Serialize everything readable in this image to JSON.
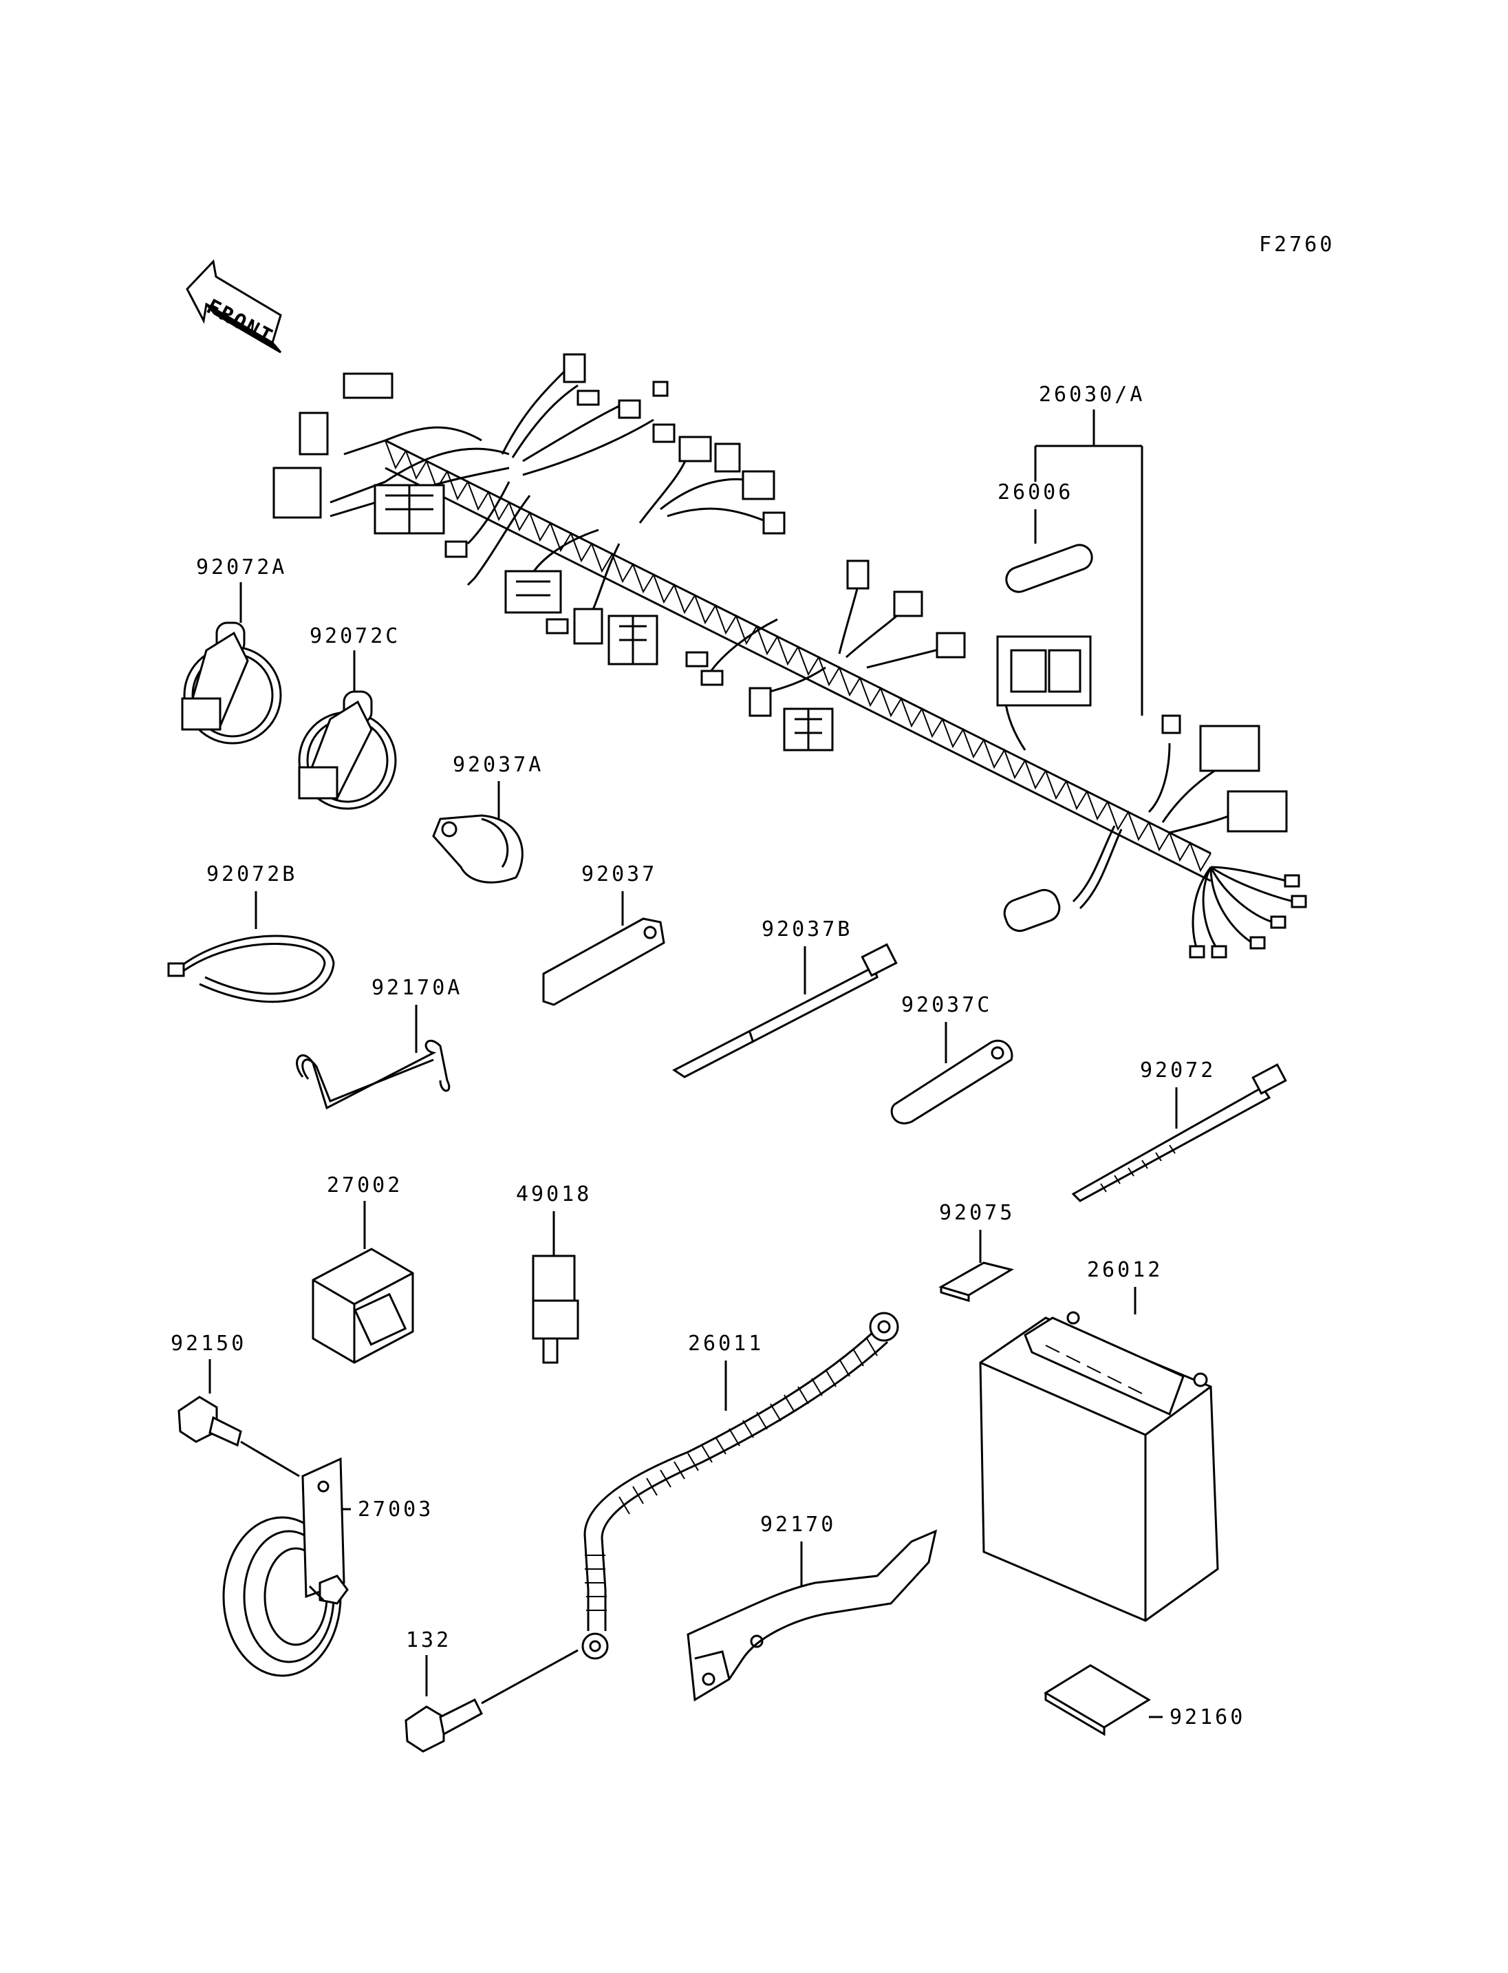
{
  "figure_code": "F2760",
  "front_arrow_label": "FRONT",
  "parts": {
    "p26030": "26030/A",
    "p26006": "26006",
    "p92072A": "92072A",
    "p92072C": "92072C",
    "p92037A": "92037A",
    "p92072B": "92072B",
    "p92037": "92037",
    "p92170A": "92170A",
    "p92037B": "92037B",
    "p92037C": "92037C",
    "p92072": "92072",
    "p27002": "27002",
    "p49018": "49018",
    "p92075": "92075",
    "p26012": "26012",
    "p92150": "92150",
    "p26011": "26011",
    "p27003": "27003",
    "p92170": "92170",
    "p132": "132",
    "p92160": "92160"
  }
}
